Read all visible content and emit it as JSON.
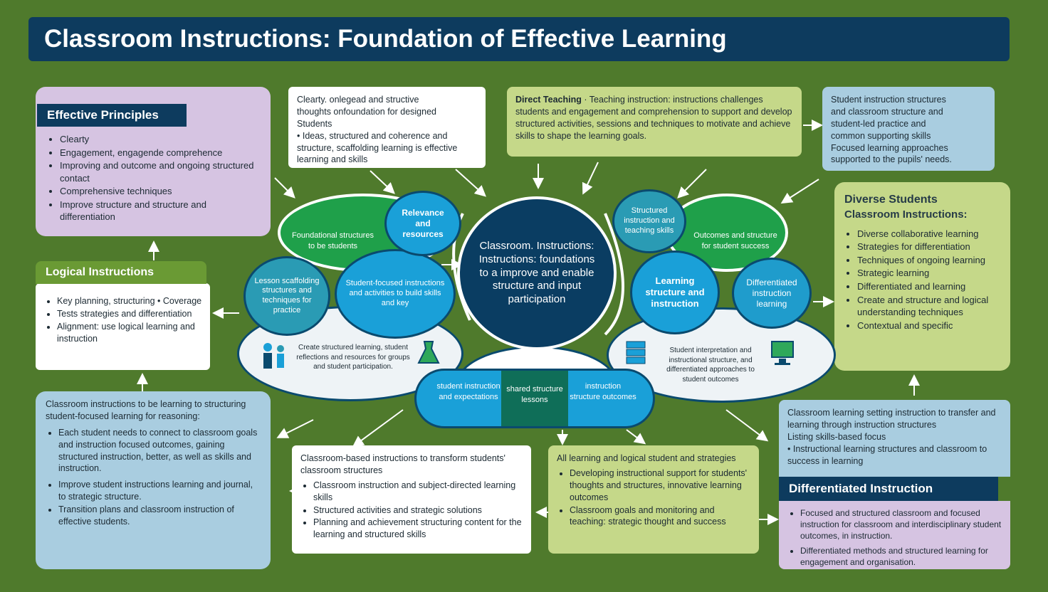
{
  "title": "Classroom Instructions: Foundation of Effective Learning",
  "principles": {
    "header": "Effective Principles",
    "items": [
      "Clearty",
      "Engagement, engagende comprehence",
      "Improving and outcome and ongoing structured contact",
      "Comprehensive techniques",
      "Improve structure and structure and differentiation"
    ]
  },
  "clarity_box": {
    "lines": [
      "Clearty. onlegead and structive",
      "thoughts onfoundation for designed",
      "Students",
      "• Ideas, structured and coherence and",
      "structure, scaffolding learning is effective",
      "learning and skills"
    ]
  },
  "direct_box": {
    "heading": "Direct Teaching",
    "text": "Teaching instruction: instructions challenges students and engagement and comprehension to support and develop structured activities, sessions and techniques to motivate and achieve skills to shape the learning goals."
  },
  "top_right_box": {
    "lines": [
      "Student instruction structures",
      "and classroom structure and",
      "student-led practice and",
      "common supporting skills",
      "Focused learning approaches",
      "supported to the pupils' needs."
    ]
  },
  "diverse": {
    "title_line1": "Diverse Students",
    "title_line2": "Classroom Instructions:",
    "items": [
      "Diverse collaborative learning",
      "Strategies for differentiation",
      "Techniques of ongoing learning",
      "Strategic learning",
      "Differentiated and learning",
      "Create and structure and logical understanding techniques",
      "Contextual and specific"
    ]
  },
  "logical": {
    "header": "Logical Instructions",
    "items": [
      "Key planning, structuring • Coverage",
      "Tests strategies and differentiation",
      "Alignment: use logical learning and instruction"
    ]
  },
  "classroom_box": {
    "intro": "Classroom instructions to be learning to structuring student-focused learning for reasoning:",
    "items": [
      "Each student needs to connect to classroom goals and instruction focused outcomes, gaining structured instruction, better, as well as skills and instruction.",
      "Improve student instructions learning and journal, to strategic structure.",
      "Transition plans and classroom instruction of effective students."
    ]
  },
  "center_bottom_box": {
    "intro": "Classroom-based instructions to transform students' classroom structures",
    "items": [
      "Classroom instruction and subject-directed learning skills",
      "Structured activities and strategic solutions",
      "Planning and achievement structuring content for the learning and structured skills"
    ]
  },
  "lime_bottom_box": {
    "intro": "All learning and logical student and strategies",
    "items": [
      "Developing instructional support for students' thoughts and structures, innovative learning outcomes",
      "Classroom goals and monitoring and teaching: strategic thought and success"
    ]
  },
  "bottom_right_box": {
    "lines": [
      "Classroom learning setting instruction to transfer and learning through instruction structures",
      "Listing skills-based focus",
      "• Instructional learning structures and classroom to success in learning"
    ]
  },
  "differentiated": {
    "header": "Differentiated Instruction",
    "items": [
      "Focused and structured classroom and focused instruction for classroom and interdisciplinary student outcomes, in instruction.",
      "Differentiated methods and structured learning for engagement and organisation."
    ]
  },
  "hub": {
    "center": "Classroom. Instructions: Instructions: foundations to a improve and enable structure and input participation",
    "relevance": "Relevance and resources",
    "left_green_oval": "Foundational structures to be students",
    "left_teal": "Lesson scaffolding structures and techniques for practice",
    "left_blue": "Student-focused instructions and activities to build skills and key",
    "left_lower_text": "Create structured learning, student reflections and resources for groups and student participation.",
    "top_right_circle": "Structured instruction and teaching skills",
    "right_green_oval": "Outcomes and structure for student success",
    "right_blue": "Learning structure and instruction",
    "right_teal": "Differentiated instruction learning",
    "right_lower_text": "Student interpretation and instructional structure, and differentiated approaches to student outcomes",
    "pill_left": "student instruction and expectations",
    "pill_mid": "shared structure lessons",
    "pill_right": "instruction structure outcomes"
  },
  "colors": {
    "background": "#4f7a2c",
    "title_bar": "#0d3b5e",
    "lilac": "#d6c4e2",
    "lime": "#c5d889",
    "sky": "#a9cde0",
    "hub_navy": "#0a3d62",
    "accent_blue": "#1aa0d8",
    "accent_green": "#1fa04a",
    "accent_teal": "#2a9bb4"
  }
}
